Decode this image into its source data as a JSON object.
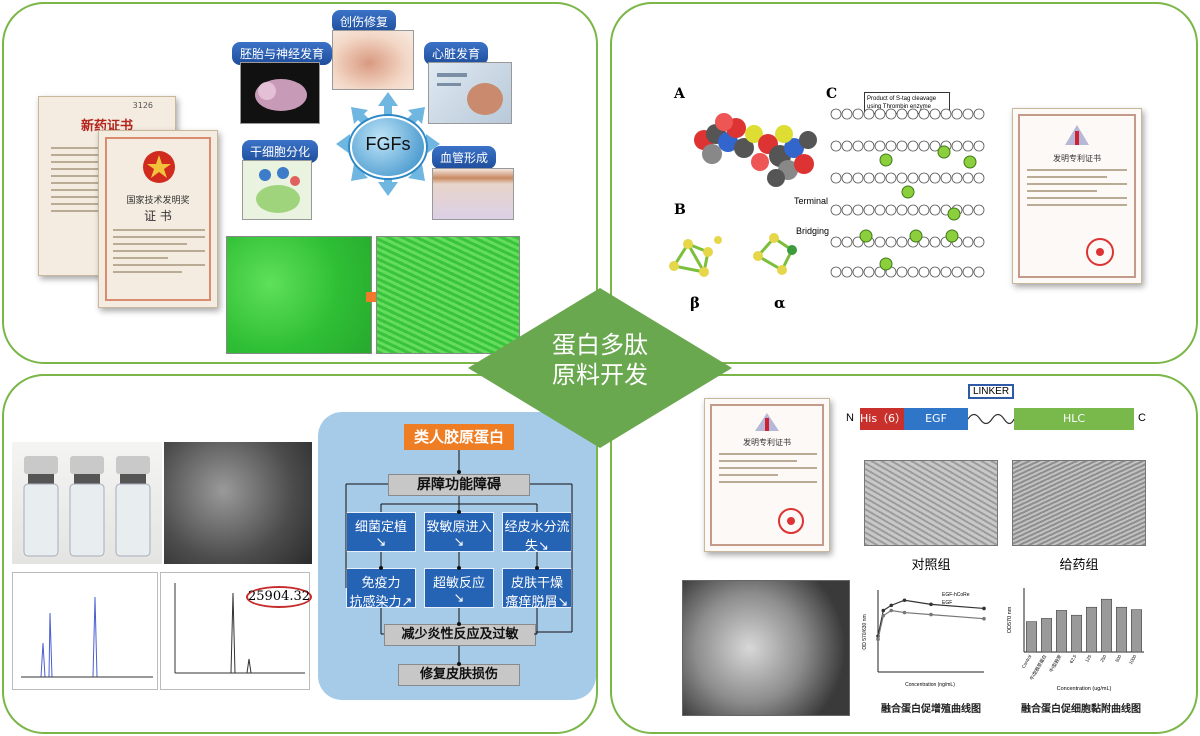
{
  "center": {
    "line1": "蛋白多肽",
    "line2": "原料开发"
  },
  "top_left": {
    "cert1_title": "新药证书",
    "cert1_number": "3126",
    "cert2_line1": "国家技术发明奖",
    "cert2_line2": "证  书",
    "fgf_hub": "FGFs",
    "labels": [
      "创伤修复",
      "胚胎与神经发育",
      "心脏发育",
      "干细胞分化",
      "血管形成"
    ]
  },
  "top_right": {
    "letters": [
      "A",
      "B",
      "C"
    ],
    "beta": "β",
    "alpha": "α",
    "terminal": "Terminal",
    "bridging": "Bridging",
    "product_note": "Product of S-tag cleavage using Thrombin enzyme",
    "patent_title": "发明专利证书"
  },
  "bottom_left": {
    "mass_value": "25904.32",
    "flow": {
      "root": "类人胶原蛋白",
      "barrier": "屏障功能障碍",
      "causes": [
        "细菌定植\n↘",
        "致敏原进入\n↘",
        "经皮水分流\n失↘"
      ],
      "effects": [
        "免疫力\n抗感染力↗",
        "超敏反应\n↘",
        "皮肤干燥\n瘙痒脱屑↘"
      ],
      "reduce": "减少炎性反应及过敏",
      "repair": "修复皮肤损伤"
    }
  },
  "bottom_right": {
    "patent_title": "发明专利证书",
    "construct": {
      "n": "N",
      "his": "His（6）",
      "egf": "EGF",
      "linker": "LINKER",
      "hlc": "HLC",
      "c": "C"
    },
    "control_label": "对照组",
    "treated_label": "给药组",
    "line_chart_caption": "融合蛋白促增殖曲线图",
    "bar_chart_caption": "融合蛋白促细胞黏附曲线图"
  },
  "chart_data": [
    {
      "type": "line",
      "title": "",
      "xlabel": "Concentration (ng/mL)",
      "ylabel": "OD 570/630 nm",
      "xlim": [
        0,
        200
      ],
      "ylim": [
        0.4,
        1.2
      ],
      "x": [
        0,
        10,
        25,
        50,
        100,
        200
      ],
      "series": [
        {
          "name": "EGF-hCoRe",
          "values": [
            0.75,
            1.0,
            1.05,
            1.1,
            1.06,
            1.02
          ]
        },
        {
          "name": "EGF",
          "values": [
            0.72,
            0.95,
            1.0,
            0.98,
            0.96,
            0.92
          ]
        }
      ]
    },
    {
      "type": "bar",
      "title": "",
      "xlabel": "Concentration (ug/mL)",
      "ylabel": "OD570 nm",
      "ylim": [
        0,
        0.8
      ],
      "categories": [
        "Control",
        "牛I型胶原蛋白",
        "牛I型胶原",
        "62.5",
        "125",
        "250",
        "500",
        "1000"
      ],
      "values": [
        0.38,
        0.42,
        0.52,
        0.46,
        0.56,
        0.66,
        0.56,
        0.53
      ]
    }
  ]
}
